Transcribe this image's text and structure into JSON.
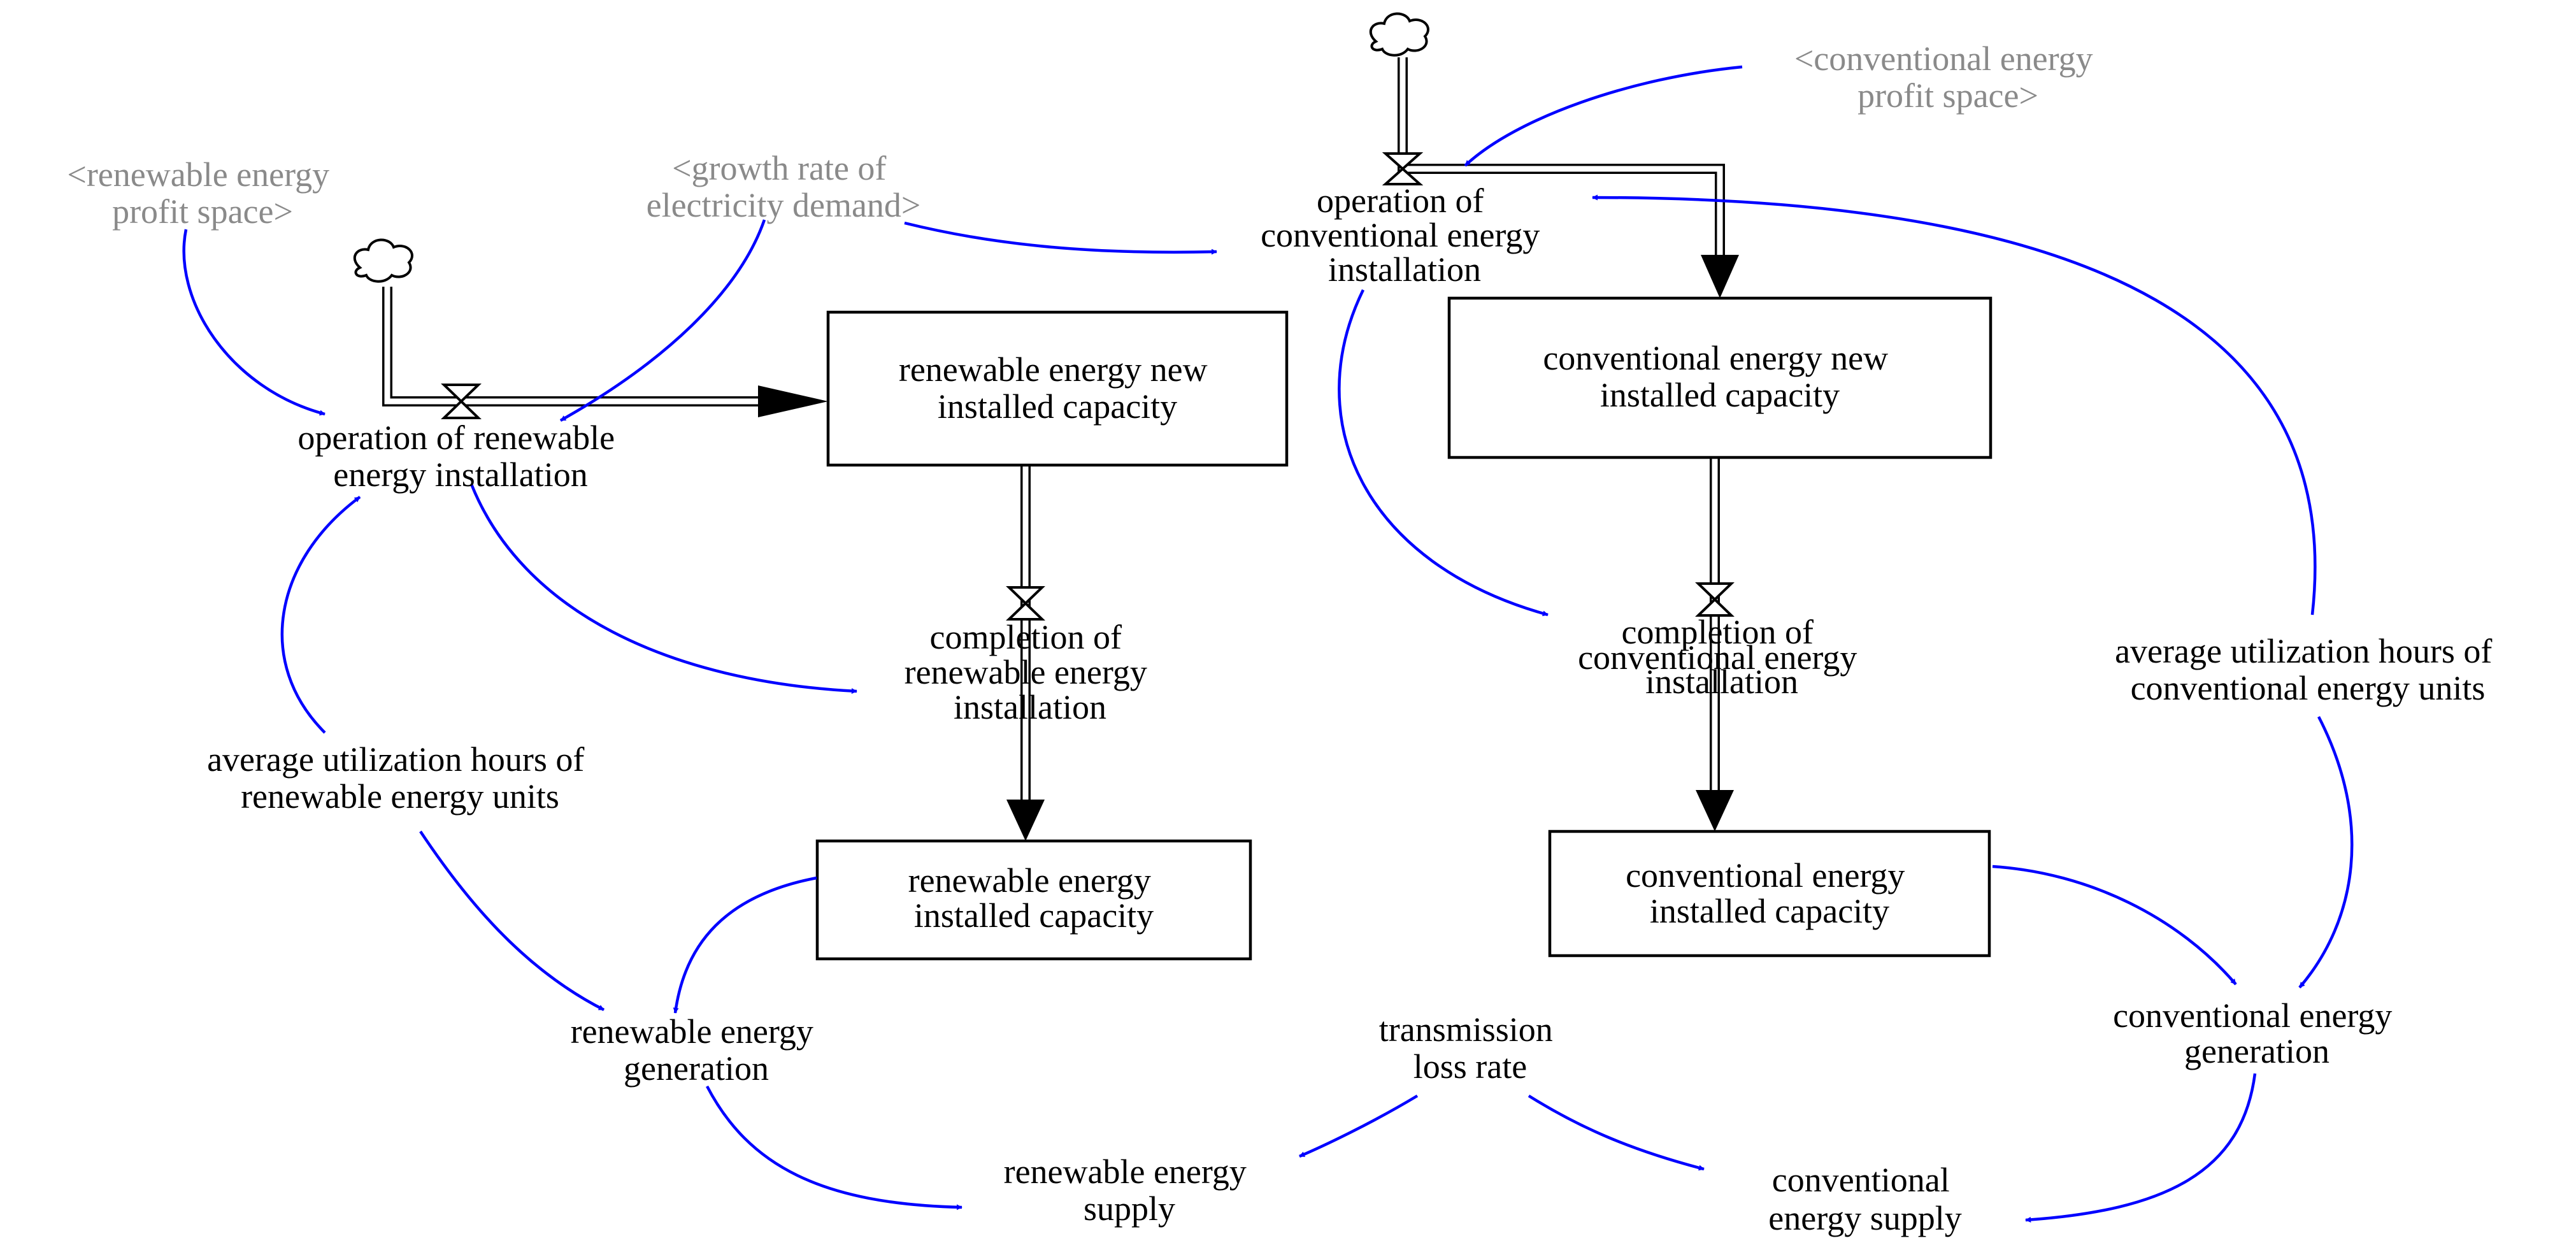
{
  "shadow_variables": {
    "renewable_profit": [
      "<renewable energy",
      "profit space>"
    ],
    "growth_demand": [
      "<growth rate of",
      "electricity demand>"
    ],
    "conventional_profit": [
      "<conventional energy",
      "profit space>"
    ]
  },
  "flows": {
    "op_renewable": [
      "operation of renewable",
      "energy installation"
    ],
    "op_conventional": [
      "operation of",
      "conventional energy",
      "installation"
    ],
    "comp_renewable": [
      "completion of",
      "renewable energy",
      "installation"
    ],
    "comp_conventional": [
      "completion of",
      "conventional energy",
      "installation"
    ]
  },
  "stocks": {
    "ren_new": [
      "renewable energy new",
      "installed capacity"
    ],
    "conv_new": [
      "conventional energy new",
      "installed capacity"
    ],
    "ren_installed": [
      "renewable energy",
      "installed capacity"
    ],
    "conv_installed": [
      "conventional energy",
      "installed capacity"
    ]
  },
  "auxiliaries": {
    "avg_hours_ren": [
      "average utilization hours of",
      "renewable energy units"
    ],
    "avg_hours_conv": [
      "average utilization hours of",
      "conventional energy units"
    ],
    "ren_generation": [
      "renewable energy",
      "generation"
    ],
    "conv_generation": [
      "conventional energy",
      "generation"
    ],
    "transmission_loss": [
      "transmission",
      "loss rate"
    ],
    "ren_supply": [
      "renewable energy",
      "supply"
    ],
    "conv_supply": [
      "conventional",
      "energy supply"
    ]
  },
  "colors": {
    "link": "#0000ff",
    "shadow_text": "#8a8a8a",
    "stock_border": "#000000"
  }
}
